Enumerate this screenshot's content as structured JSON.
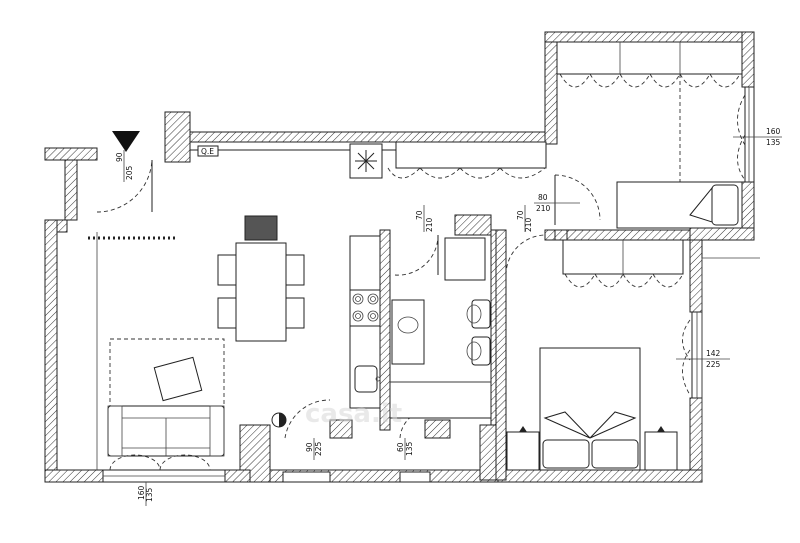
{
  "watermark": "casa.it",
  "openings": {
    "entrance_door": {
      "width": "90",
      "height": "205"
    },
    "corridor_door_left": {
      "width": "70",
      "height": "210"
    },
    "corridor_door_right": {
      "width": "70",
      "height": "210"
    },
    "bedroom1_door": {
      "width": "80",
      "height": "210"
    },
    "bedroom1_window": {
      "width": "160",
      "height": "135"
    },
    "bedroom2_window": {
      "width": "142",
      "height": "225"
    },
    "living_window": {
      "width": "160",
      "height": "135"
    },
    "kitchen_window": {
      "width": "90",
      "height": "225"
    },
    "bath_window": {
      "width": "60",
      "height": "135"
    }
  },
  "icons": [
    "entrance-arrow-icon",
    "snowflake-icon",
    "electric-panel-icon",
    "boiler-icon"
  ]
}
